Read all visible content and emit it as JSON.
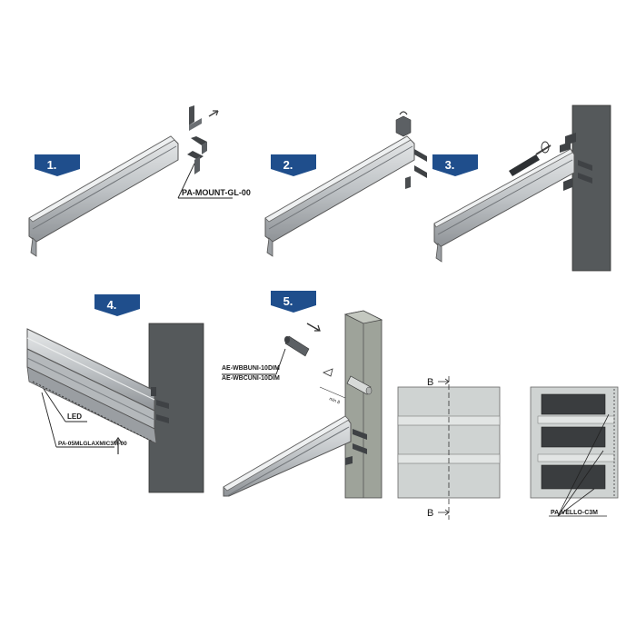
{
  "steps": [
    {
      "number": "1."
    },
    {
      "number": "2."
    },
    {
      "number": "3."
    },
    {
      "number": "4."
    },
    {
      "number": "5."
    }
  ],
  "labels": {
    "mount": "PA-MOUNT-GL-00",
    "led": "LED",
    "profile": "PA-05MLGLAXMIC3M-00",
    "wbb": "AE-WBBUNI-10DIM",
    "wbc": "AE-WBCUNI-10DIM",
    "section_top": "B",
    "section_bottom": "B",
    "vello": "PA-VELLO-C3M",
    "dim": "min 8"
  },
  "colors": {
    "badge": "#1f4e8c",
    "wall": "#55595b",
    "wall_light": "#9ea39a",
    "aluminium": "#c9ccce",
    "aluminium_dark": "#8d9195",
    "panel": "#cfd3d2",
    "drawer_dark": "#3a3d3f"
  }
}
